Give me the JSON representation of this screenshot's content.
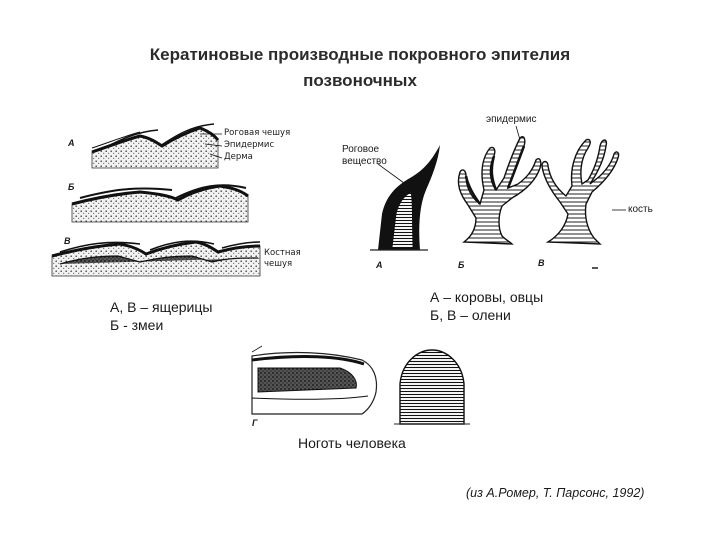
{
  "title": {
    "line1": "Кератиновые производные покровного эпителия",
    "line2": "позвоночных"
  },
  "scales_figure": {
    "letters": [
      "А",
      "Б",
      "В"
    ],
    "labels": {
      "horn_scale": "Роговая чешуя",
      "epidermis": "Эпидермис",
      "dermis": "Дерма",
      "bone_scale_1": "Костная",
      "bone_scale_2": "чешуя"
    },
    "caption_line1": "А, В – ящерицы",
    "caption_line2": "Б - змеи"
  },
  "horns_figure": {
    "letters": [
      "А",
      "Б",
      "В"
    ],
    "labels": {
      "epidermis": "эпидермис",
      "horn_substance_1": "Роговое",
      "horn_substance_2": "вещество",
      "bone": "кость"
    },
    "caption_line1": "А – коровы, овцы",
    "caption_line2": "Б, В – олени"
  },
  "nail_figure": {
    "letter": "Г",
    "caption": "Ноготь человека"
  },
  "citation": "(из А.Ромер, Т. Парсонс, 1992)"
}
